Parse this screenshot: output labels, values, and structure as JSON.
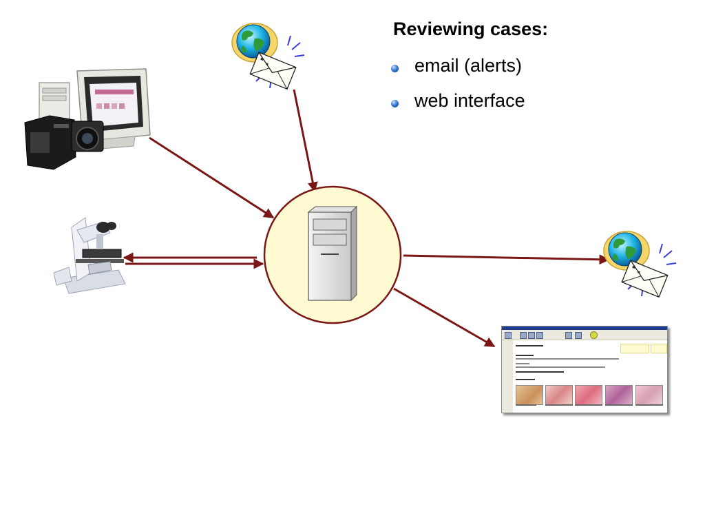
{
  "heading": "Reviewing cases:",
  "bullets": [
    "email (alerts)",
    "web interface"
  ],
  "colors": {
    "arrow": "#7a1616",
    "server_circle_fill": "#fffad2",
    "server_circle_stroke": "#7a1616",
    "bullet": "#2f66c2"
  },
  "nodes": {
    "camera_workstation": {
      "icon": "camera-computer-icon"
    },
    "microscope": {
      "icon": "microscope-icon"
    },
    "email_top": {
      "icon": "globe-email-icon"
    },
    "email_right": {
      "icon": "globe-email-icon"
    },
    "server": {
      "icon": "server-tower-icon"
    },
    "web_interface": {
      "icon": "web-screenshot-thumbnail"
    }
  },
  "connections": [
    {
      "from": "camera_workstation",
      "to": "server"
    },
    {
      "from": "email_top",
      "to": "server"
    },
    {
      "from": "server",
      "to": "microscope"
    },
    {
      "from": "microscope",
      "to": "server"
    },
    {
      "from": "server",
      "to": "email_right"
    },
    {
      "from": "server",
      "to": "web_interface"
    }
  ]
}
